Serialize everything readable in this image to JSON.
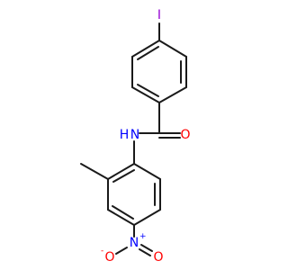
{
  "molecule": {
    "atoms": {
      "iodine": {
        "label": "I",
        "color": "#9400D3"
      },
      "amide_oxygen": {
        "label": "O",
        "color": "#FF0000"
      },
      "amide_nitrogen": {
        "label": "N",
        "color": "#0000FF"
      },
      "amide_hydrogen": {
        "label": "H",
        "color": "#0000FF"
      },
      "nitro_nitrogen": {
        "label": "N",
        "color": "#0000FF",
        "charge": "+"
      },
      "nitro_oxygen_left": {
        "label": "O",
        "color": "#FF0000",
        "charge": "-"
      },
      "nitro_oxygen_right": {
        "label": "O",
        "color": "#FF0000"
      }
    },
    "bond_color": "#1a1a1a"
  }
}
